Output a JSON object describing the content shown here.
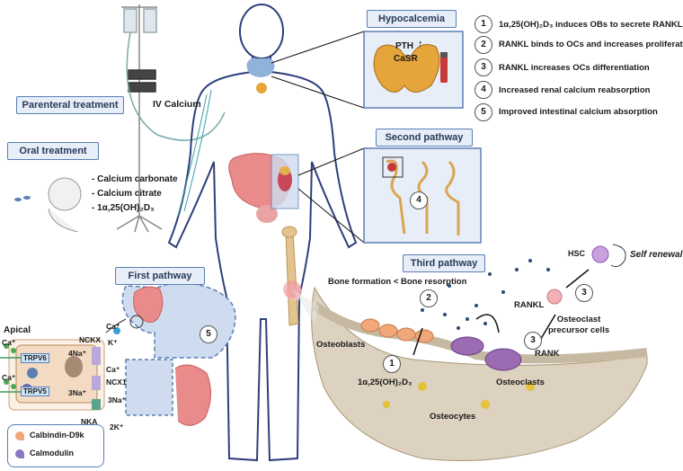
{
  "left": {
    "parenteral_label": "Parenteral treatment",
    "iv_label": "IV Calcium",
    "oral_label": "Oral treatment",
    "oral_items": [
      "- Calcium carbonate",
      "- Calcium citrate",
      "- 1α,25(OH)₂D₃"
    ]
  },
  "hypocalcemia": {
    "title": "Hypocalcemia",
    "pth": "PTH",
    "casr": "CaSR"
  },
  "steps": [
    {
      "num": "1",
      "text": "1α,25(OH)₂D₃ induces OBs to secrete RANKL"
    },
    {
      "num": "2",
      "text": "RANKL binds to OCs and increases proliferation"
    },
    {
      "num": "3",
      "text": "RANKL increases OCs differentiation"
    },
    {
      "num": "4",
      "text": "Increased renal calcium reabsorption"
    },
    {
      "num": "5",
      "text": "Improved intestinal calcium absorption"
    }
  ],
  "second_pathway": {
    "title": "Second pathway",
    "num": "4"
  },
  "first_pathway": {
    "title": "First pathway",
    "num": "5"
  },
  "third_pathway": {
    "title": "Third pathway",
    "bone_formation": "Bone formation < Bone resorption",
    "hsc": "HSC",
    "self_renewal": "Self renewal",
    "rankl": "RANKL",
    "rank": "RANK",
    "precursor": "Osteoclast\nprecursor cells",
    "osteoblasts": "Osteoblasts",
    "osteoclasts": "Osteoclasts",
    "osteocytes": "Osteocytes",
    "vitd": "1α,25(OH)₂D₃",
    "n1": "1",
    "n2": "2",
    "n3a": "3",
    "n3b": "3"
  },
  "apical": {
    "title": "Apical",
    "ncx": "NCKX",
    "ca1": "Ca⁺",
    "ca2": "Ca⁺",
    "ca3": "Ca⁺",
    "ca4": "Ca⁺",
    "k": "K⁺",
    "trpv6": "TRPV6",
    "trpv5": "TRPV5",
    "na4": "4Na⁺",
    "na3": "3Na⁺",
    "ncx1": "NCX1",
    "na3b": "3Na⁺",
    "nka": "NKA",
    "k2": "2K⁺"
  },
  "legend": {
    "item1": "Calbindin-D9k",
    "item2": "Calmodulin"
  },
  "colors": {
    "accent": "#5a7fb5",
    "body_outline": "#2e3f7a",
    "kidney": "#c8485a",
    "bone": "#e3c48e"
  }
}
